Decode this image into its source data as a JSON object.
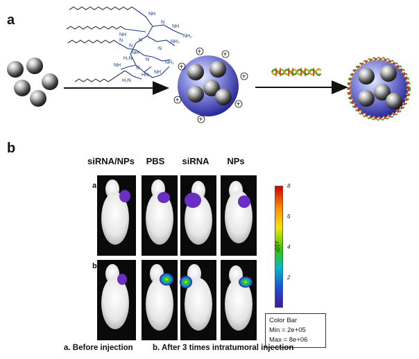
{
  "panel_a": {
    "letter": "a"
  },
  "panel_b": {
    "letter": "b",
    "columns": [
      "siRNA/NPs",
      "PBS",
      "siRNA",
      "NPs"
    ],
    "rows": [
      "a",
      "b"
    ],
    "colorbar": {
      "ticks": [
        "8",
        "6",
        "4",
        "2"
      ],
      "unit": "x10⁵",
      "title": "Color Bar",
      "min": "Min = 2e+05",
      "max": "Max = 8e+06",
      "colors": [
        "#d40000",
        "#ff8a00",
        "#f4e400",
        "#39c700",
        "#00b7c8",
        "#1a4fd8",
        "#3a1a9a"
      ]
    },
    "captions": {
      "left": "a. Before injection",
      "right": "b. After 3 times intratumoral injection"
    }
  },
  "colors": {
    "nanoparticle_shell": "#3a3aa8",
    "tumor_signal_before": "#6a2fc0"
  }
}
